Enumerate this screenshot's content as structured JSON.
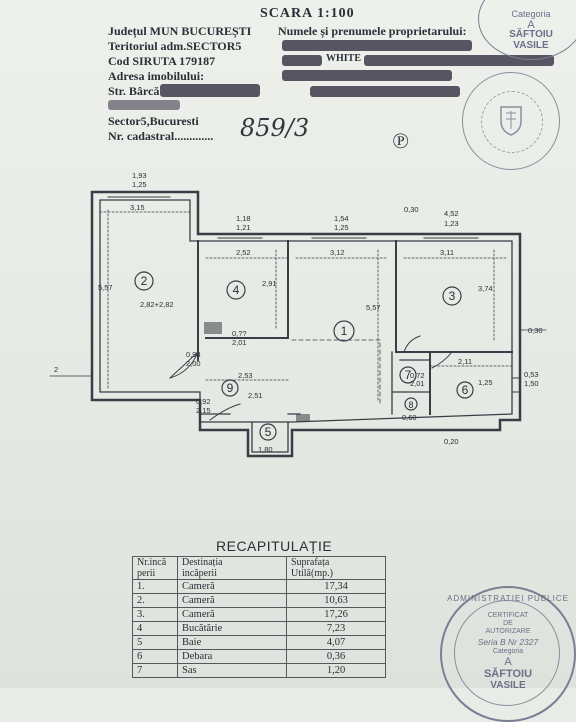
{
  "header": {
    "title": "SCARA 1:100",
    "judet": "Județul MUN BUCUREȘTI",
    "teritoriu": "Teritoriul adm.SECTOR5",
    "siruta": "Cod SIRUTA 179187",
    "adresa": "Adresa imobilului:",
    "strada": "Str. Bârcă",
    "sector": "Sector5,Bucuresti",
    "cadastral": "Nr. cadastral.............",
    "owner_label": "Numele și prenumele proprietarului:",
    "owner_partial": "WHITE",
    "handwritten_cadastral": "859/3"
  },
  "stamp_top": {
    "line1": "Categoria",
    "line2": "A",
    "line3": "SĂFTOIU",
    "line4": "VASILE"
  },
  "stamp_bottom": {
    "ring": "ADMINISTRATIEI PUBLICE",
    "line1": "CERTIFICAT",
    "line2": "DE",
    "line3": "AUTORIZARE",
    "serie": "Seria B Nr 2327",
    "cat": "Categoria",
    "letter": "A",
    "name": "SĂFTOIU",
    "name2": "VASILE"
  },
  "plan": {
    "rooms": [
      {
        "id": "1"
      },
      {
        "id": "2"
      },
      {
        "id": "3"
      },
      {
        "id": "4"
      },
      {
        "id": "5"
      },
      {
        "id": "6"
      },
      {
        "id": "7"
      },
      {
        "id": "8"
      },
      {
        "id": "9"
      }
    ],
    "dims": {
      "d_top2a": "1,93",
      "d_top2b": "1,25",
      "d_w2": "3,15",
      "d_h2": "5,57",
      "d_top4a": "1,18",
      "d_top4b": "1,21",
      "d_w4": "2,52",
      "d_h4": "2,91",
      "d_top1a": "1,54",
      "d_top1b": "1,25",
      "d_w1": "3,12",
      "d_h1": "5,57",
      "d_top3a": "0,30",
      "d_top3b": "4,52",
      "d_top3c": "1,23",
      "d_w3": "3,11",
      "d_h3": "3,74",
      "d_w6": "2,11",
      "d_h6": "1,25",
      "d_side6a": "0,53",
      "d_side6b": "1,50",
      "d_w9": "2,53",
      "d_h9": "2,51",
      "d_door9a": "0,94",
      "d_door9b": "2,00",
      "d_door9c": "0,92",
      "d_door9d": "2,15",
      "d_kit": "0,??",
      "d_kit2": "2,01",
      "d_r7a": "0,72",
      "d_r7b": "2,01",
      "d_r8": "0,60",
      "d_r5": "1,80",
      "d_left": "2",
      "d_right": "0,30",
      "d_bottom": "0,20",
      "d_diag": "2,82+2,82"
    }
  },
  "recap": {
    "title": "RECAPITULAȚIE",
    "headers": [
      "Nr.incă\nperii",
      "Destinația\nincăperii",
      "Suprafața\nUtilă(mp.)"
    ],
    "rows": [
      {
        "nr": "1.",
        "dest": "Cameră",
        "sup": "17,34"
      },
      {
        "nr": "2.",
        "dest": "Cameră",
        "sup": "10,63"
      },
      {
        "nr": "3.",
        "dest": "Cameră",
        "sup": "17,26"
      },
      {
        "nr": "4",
        "dest": "Bucătărie",
        "sup": "7,23"
      },
      {
        "nr": "5",
        "dest": "Baie",
        "sup": "4,07"
      },
      {
        "nr": "6",
        "dest": "Debara",
        "sup": "0,36"
      },
      {
        "nr": "7",
        "dest": "Sas",
        "sup": "1,20"
      }
    ]
  }
}
